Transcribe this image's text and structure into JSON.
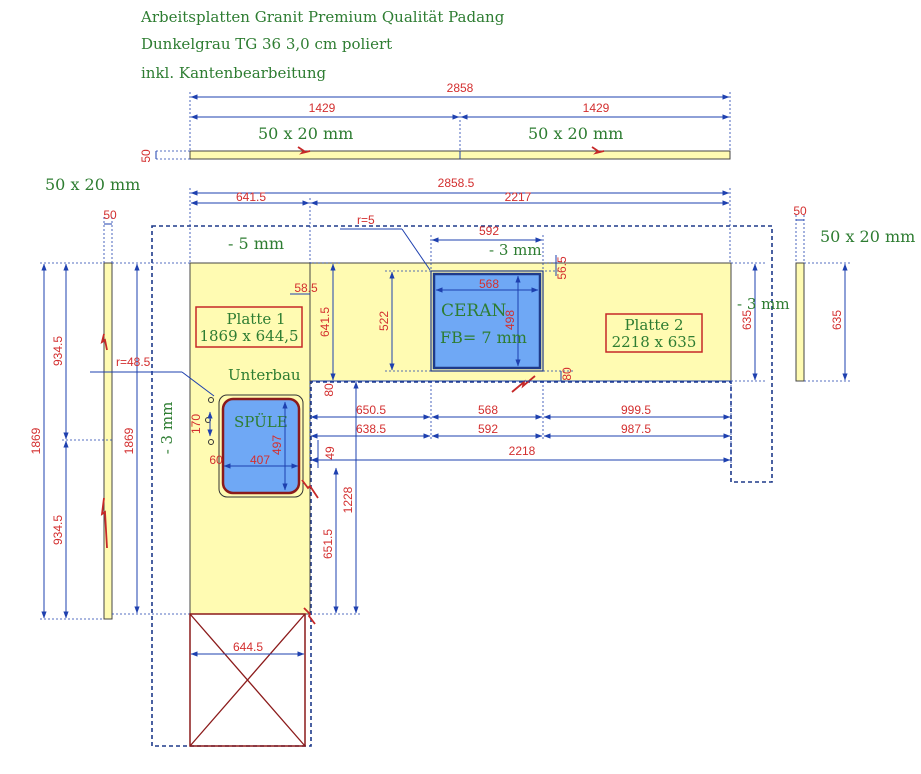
{
  "header": {
    "line1": "Arbeitsplatten Granit Premium Qualität Padang",
    "line2": "Dunkelgrau TG 36 3,0 cm poliert",
    "line3": "inkl. Kantenbearbeitung"
  },
  "labels": {
    "edge_top_left": "50 x 20 mm",
    "edge_top_right": "50 x 20 mm",
    "edge_left": "50 x 20 mm",
    "edge_right": "50 x 20 mm",
    "minus5": "- 5 mm",
    "minus3_top": "- 3 mm",
    "minus3_right": "- 3 mm",
    "minus3_left": "- 3 mm",
    "r5": "r=5",
    "r48": "r=48.5",
    "unterbau": "Unterbau",
    "platte1_title": "Platte 1",
    "platte1_size": "1869 x 644,5",
    "platte2_title": "Platte 2",
    "platte2_size": "2218 x 635",
    "ceran": "CERAN",
    "fb": "FB= 7 mm",
    "spuele": "SPÜLE"
  },
  "dims": {
    "d2858": "2858",
    "d1429a": "1429",
    "d1429b": "1429",
    "d50_top": "50",
    "d641_5_top": "641.5",
    "d2858_5": "2858.5",
    "d2217": "2217",
    "d50_left": "50",
    "d50_right": "50",
    "d934_5a": "934.5",
    "d934_5b": "934.5",
    "d1869a": "1869",
    "d1869b": "1869",
    "d592_top": "592",
    "d568_top": "568",
    "d56_5": "56.5",
    "d522": "522",
    "d498": "498",
    "d58_5": "58.5",
    "d641_5_v": "641.5",
    "d635_r": "635",
    "d635_far": "635",
    "d80a": "80",
    "d80b": "80",
    "d650_5": "650.5",
    "d568_mid": "568",
    "d999_5": "999.5",
    "d638_5": "638.5",
    "d592_mid": "592",
    "d987_5": "987.5",
    "d2218": "2218",
    "d49": "49",
    "d1228": "1228",
    "d651_5": "651.5",
    "d170": "170",
    "d497": "497",
    "d407": "407",
    "d60": "60",
    "d644_5": "644.5"
  }
}
